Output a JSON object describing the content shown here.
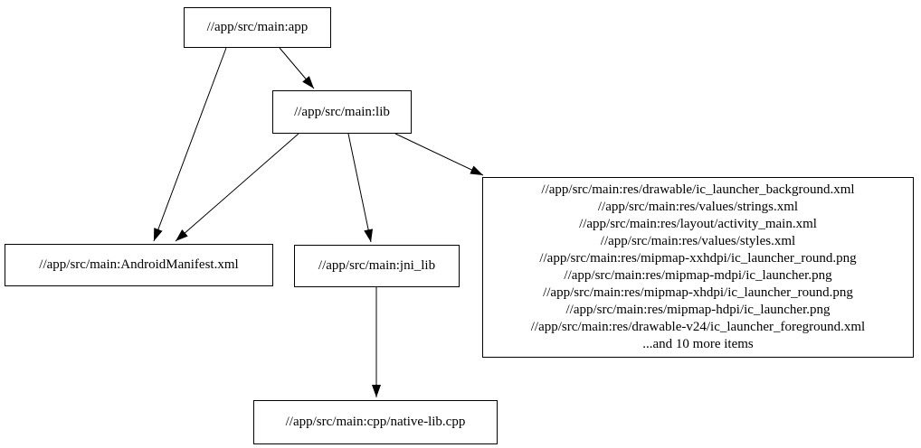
{
  "diagram": {
    "type": "dependency-graph",
    "colors": {
      "background": "#ffffff",
      "node_fill": "#ffffff",
      "node_border": "#000000",
      "text": "#000000",
      "edge": "#000000"
    },
    "nodes": {
      "app": {
        "label": "//app/src/main:app"
      },
      "lib": {
        "label": "//app/src/main:lib"
      },
      "manifest": {
        "label": "//app/src/main:AndroidManifest.xml"
      },
      "jni_lib": {
        "label": "//app/src/main:jni_lib"
      },
      "res_group": {
        "lines": [
          "//app/src/main:res/drawable/ic_launcher_background.xml",
          "//app/src/main:res/values/strings.xml",
          "//app/src/main:res/layout/activity_main.xml",
          "//app/src/main:res/values/styles.xml",
          "//app/src/main:res/mipmap-xxhdpi/ic_launcher_round.png",
          "//app/src/main:res/mipmap-mdpi/ic_launcher.png",
          "//app/src/main:res/mipmap-xhdpi/ic_launcher_round.png",
          "//app/src/main:res/mipmap-hdpi/ic_launcher.png",
          "//app/src/main:res/drawable-v24/ic_launcher_foreground.xml",
          "...and 10 more items"
        ]
      },
      "native_lib": {
        "label": "//app/src/main:cpp/native-lib.cpp"
      }
    },
    "edges": [
      {
        "from": "app",
        "to": "manifest"
      },
      {
        "from": "app",
        "to": "lib"
      },
      {
        "from": "lib",
        "to": "manifest"
      },
      {
        "from": "lib",
        "to": "jni_lib"
      },
      {
        "from": "lib",
        "to": "res_group"
      },
      {
        "from": "jni_lib",
        "to": "native_lib"
      }
    ]
  }
}
